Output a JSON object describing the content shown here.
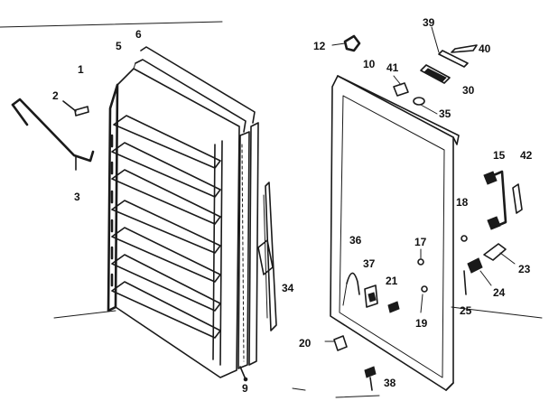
{
  "diagram": {
    "callouts": [
      {
        "id": "1",
        "text": "1"
      },
      {
        "id": "2",
        "text": "2"
      },
      {
        "id": "3",
        "text": "3"
      },
      {
        "id": "5",
        "text": "5"
      },
      {
        "id": "6",
        "text": "6"
      },
      {
        "id": "9",
        "text": "9"
      },
      {
        "id": "10",
        "text": "10"
      },
      {
        "id": "12",
        "text": "12"
      },
      {
        "id": "15",
        "text": "15"
      },
      {
        "id": "17",
        "text": "17"
      },
      {
        "id": "18",
        "text": "18"
      },
      {
        "id": "19",
        "text": "19"
      },
      {
        "id": "20",
        "text": "20"
      },
      {
        "id": "21",
        "text": "21"
      },
      {
        "id": "23",
        "text": "23"
      },
      {
        "id": "24",
        "text": "24"
      },
      {
        "id": "25",
        "text": "25"
      },
      {
        "id": "30",
        "text": "30"
      },
      {
        "id": "34",
        "text": "34"
      },
      {
        "id": "35",
        "text": "35"
      },
      {
        "id": "36",
        "text": "36"
      },
      {
        "id": "37",
        "text": "37"
      },
      {
        "id": "38",
        "text": "38"
      },
      {
        "id": "39",
        "text": "39"
      },
      {
        "id": "40",
        "text": "40"
      },
      {
        "id": "41",
        "text": "41"
      },
      {
        "id": "42",
        "text": "42"
      }
    ]
  }
}
